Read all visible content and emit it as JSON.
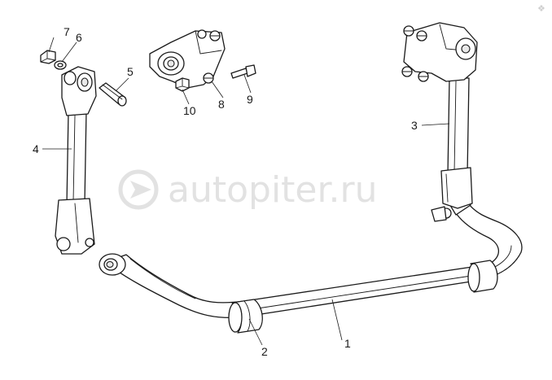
{
  "watermark": {
    "text": "autopiter.ru",
    "color": "#e2e2e2"
  },
  "corner_mark": "❖",
  "callouts": {
    "c1": "1",
    "c2": "2",
    "c3": "3",
    "c4": "4",
    "c5": "5",
    "c6": "6",
    "c7": "7",
    "c8": "8",
    "c9": "9",
    "c10": "10"
  },
  "line_color": "#1a1a1a"
}
